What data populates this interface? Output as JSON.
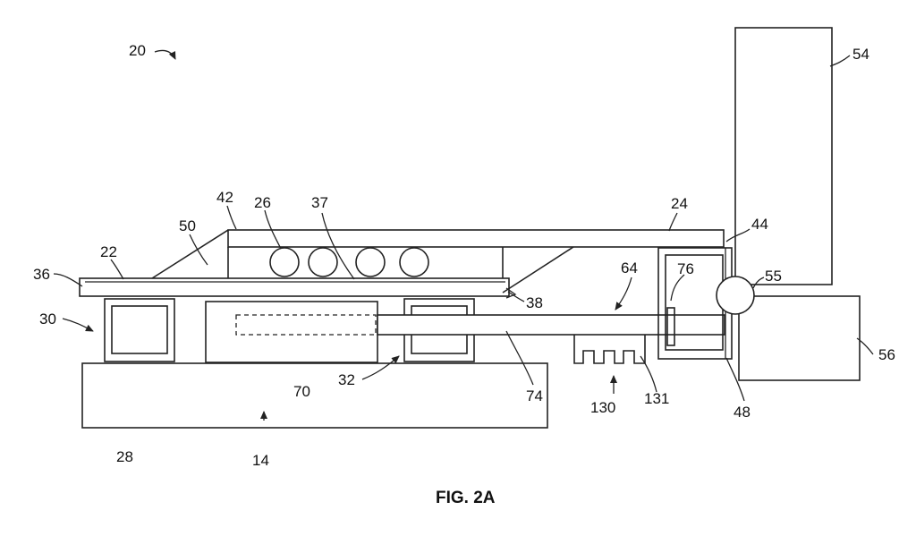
{
  "figure": {
    "caption": "FIG. 2A",
    "labels": {
      "l20": "20",
      "l54": "54",
      "l24": "24",
      "l44": "44",
      "l42": "42",
      "l26": "26",
      "l37": "37",
      "l50": "50",
      "l22": "22",
      "l36": "36",
      "l64": "64",
      "l76": "76",
      "l55": "55",
      "l38": "38",
      "l30": "30",
      "l56": "56",
      "l70": "70",
      "l32": "32",
      "l74": "74",
      "l28": "28",
      "l14": "14",
      "l130": "130",
      "l131": "131",
      "l48": "48"
    }
  }
}
